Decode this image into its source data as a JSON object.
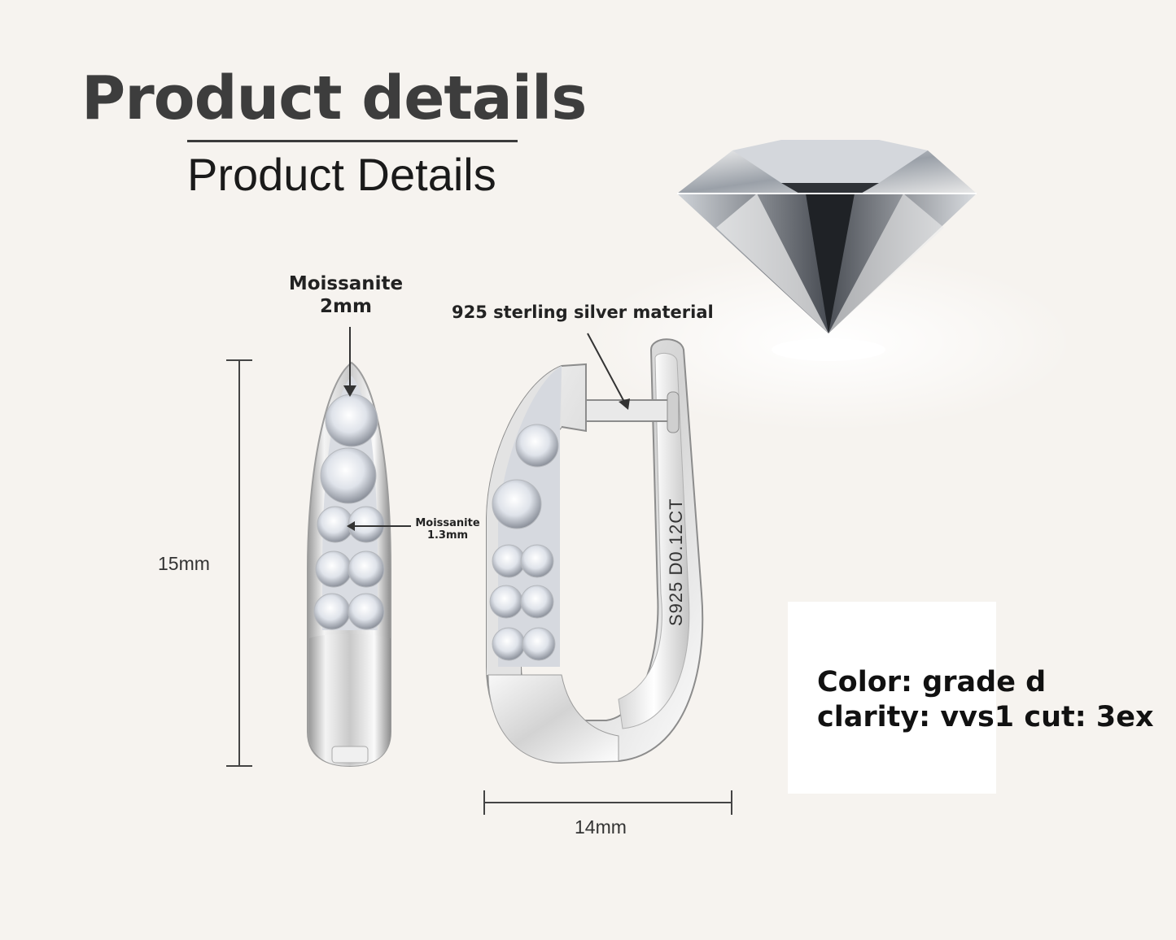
{
  "header": {
    "title": "Product details",
    "subtitle": "Product Details"
  },
  "labels": {
    "stone_large_name": "Moissanite",
    "stone_large_size": "2mm",
    "material": "925 sterling silver material",
    "stone_small_name": "Moissanite",
    "stone_small_size": "1.3mm",
    "stamp": "S925 D0.12CT"
  },
  "dimensions": {
    "height": "15mm",
    "width": "14mm"
  },
  "specs": {
    "line1": "Color: grade d",
    "line2": "clarity: vvs1 cut: 3ex"
  },
  "colors": {
    "background": "#f6f3ef",
    "metal": "#e6e6e6",
    "text_dark": "#1d1d1d"
  },
  "icons": {
    "hero_gem": "round-brilliant-diamond",
    "product": "u-shaped-hoop-earring"
  }
}
